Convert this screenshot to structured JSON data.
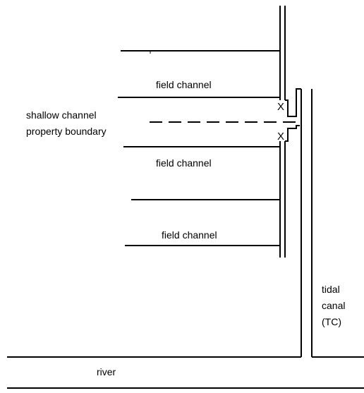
{
  "labels": {
    "field_channel_top": "field channel",
    "shallow_channel": "shallow channel",
    "property_boundary": "property boundary",
    "field_channel_middle": "field channel",
    "field_channel_bottom": "field channel",
    "tidal_canal_1": "tidal",
    "tidal_canal_2": "canal",
    "tidal_canal_3": "(TC)",
    "river": "river",
    "gate_mark_upper": "X",
    "gate_mark_lower": "X"
  }
}
